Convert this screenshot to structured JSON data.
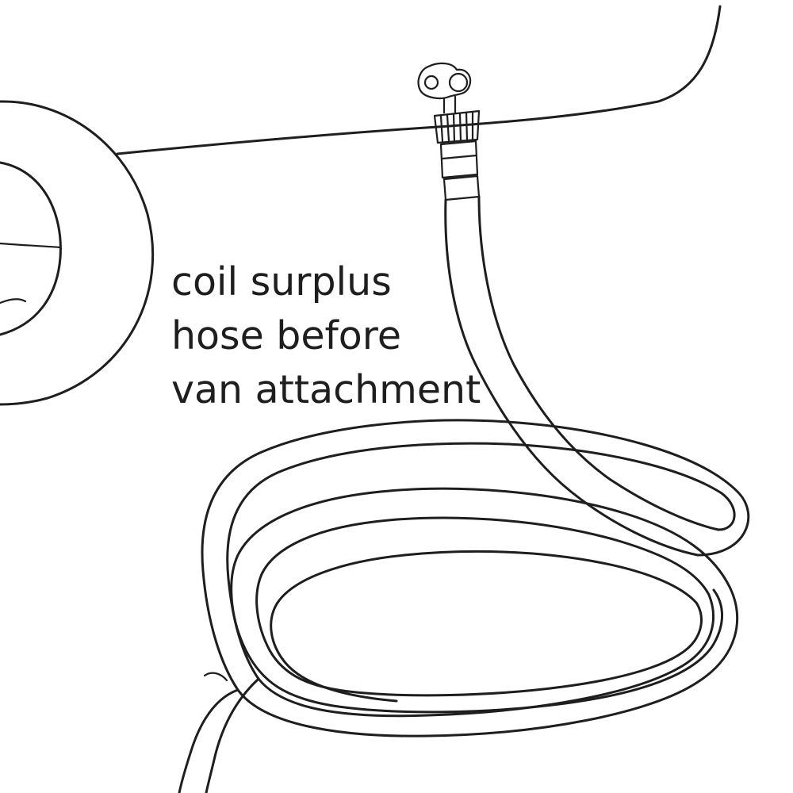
{
  "annotation": {
    "lines": [
      "coil surplus",
      "hose before",
      "van attachment"
    ]
  },
  "colors": {
    "ink": "#1e1e1e",
    "background": "#ffffff"
  }
}
